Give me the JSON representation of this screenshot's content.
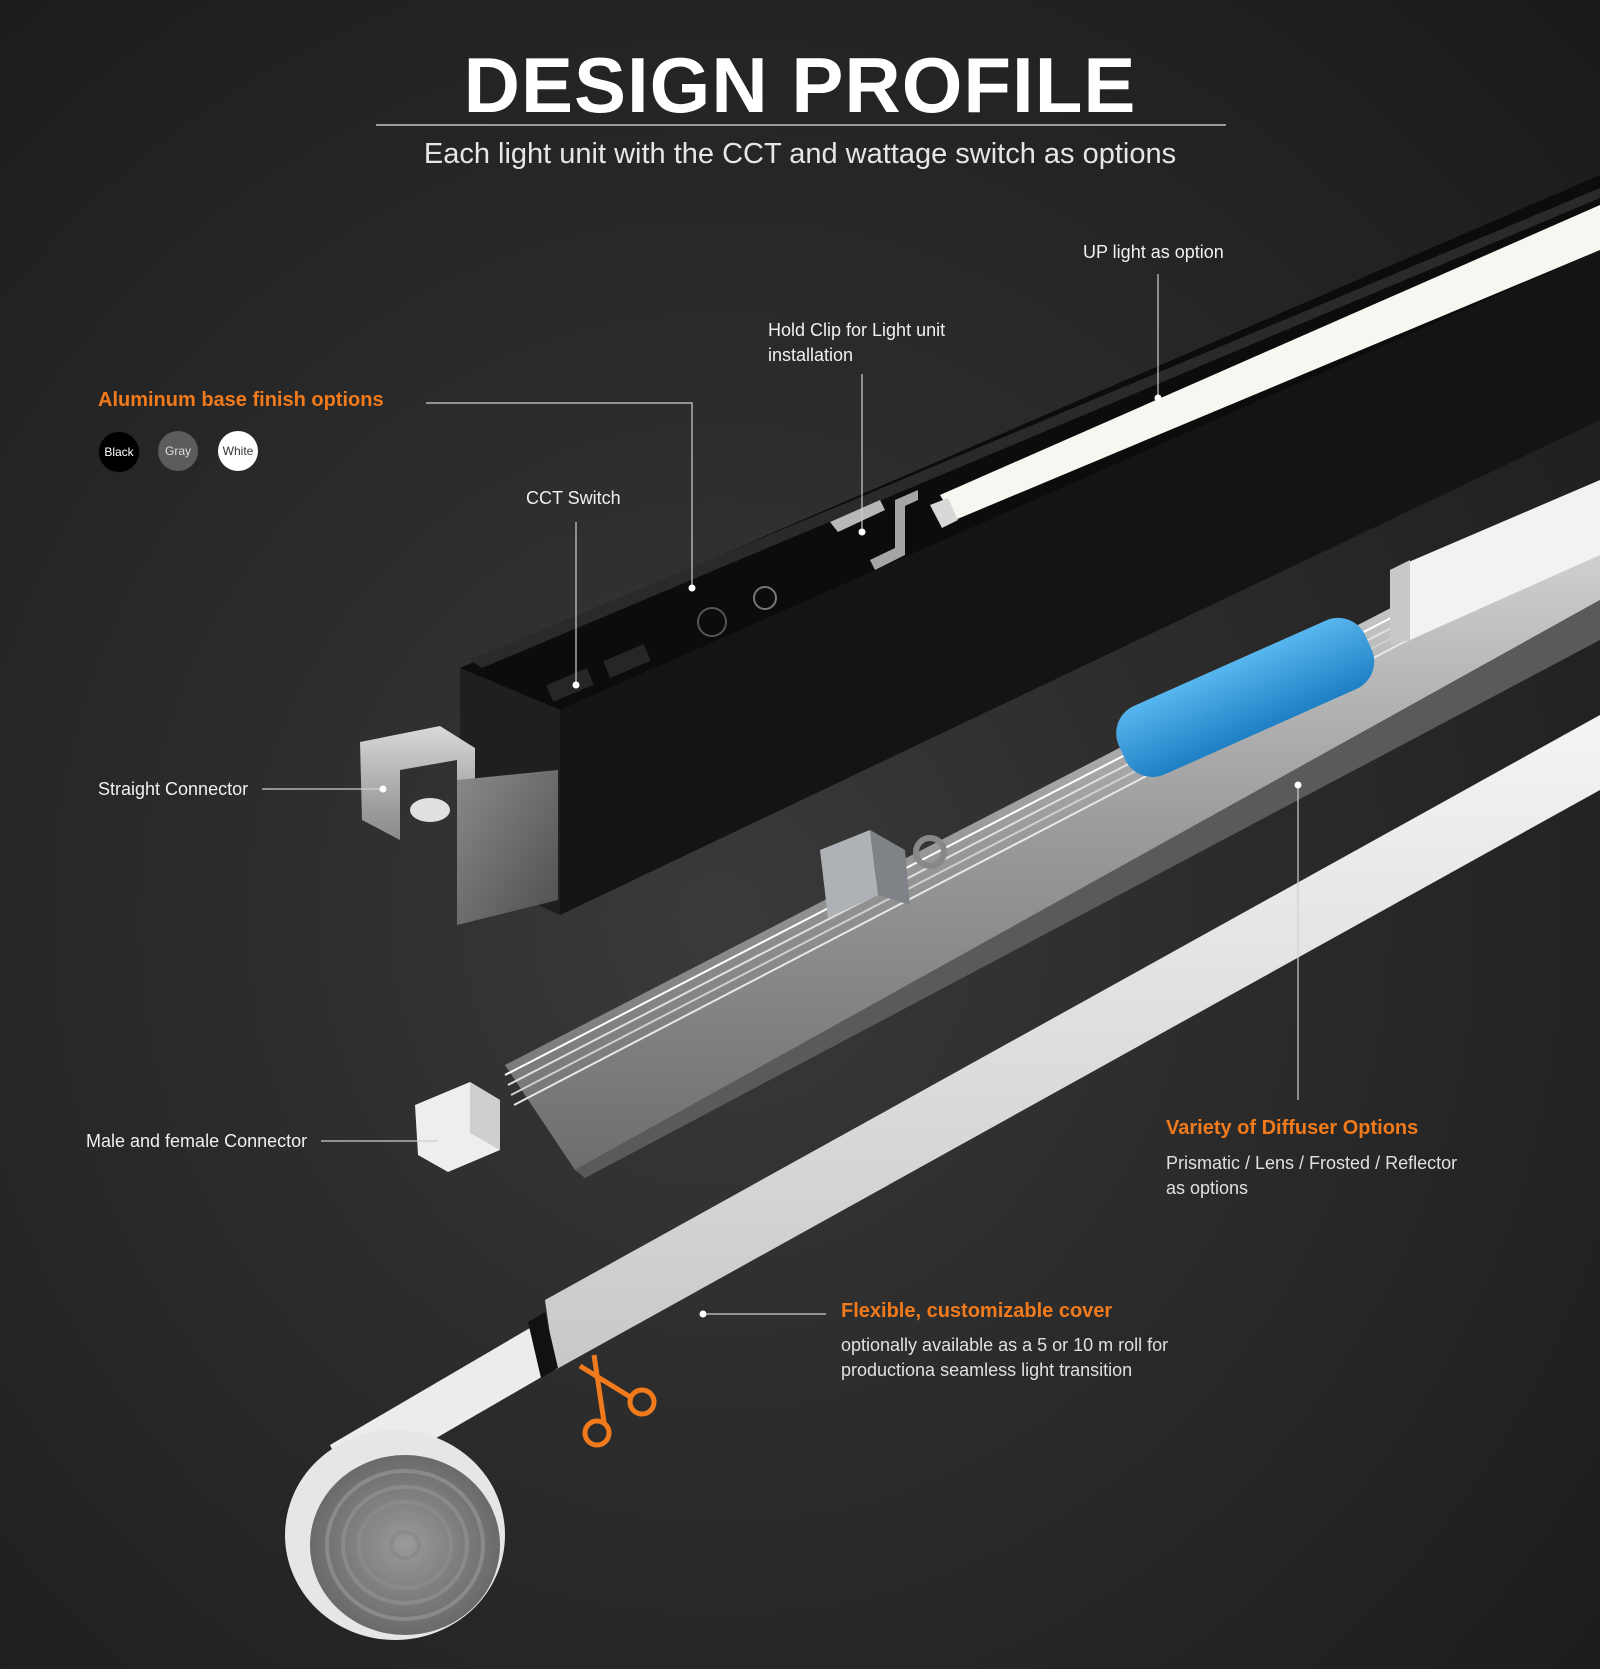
{
  "header": {
    "title": "DESIGN PROFILE",
    "subtitle": "Each light unit with the CCT and wattage switch as options"
  },
  "callouts": {
    "up_light": "UP light as option",
    "hold_clip": "Hold Clip for Light unit installation",
    "cct_switch": "CCT Switch",
    "straight_connector": "Straight Connector",
    "male_female_connector": "Male and female Connector"
  },
  "finish": {
    "heading": "Aluminum base finish options",
    "swatches": [
      {
        "label": "Black",
        "color": "#000000"
      },
      {
        "label": "Gray",
        "color": "#5c5c5c"
      },
      {
        "label": "White",
        "color": "#ffffff"
      }
    ]
  },
  "diffuser": {
    "heading": "Variety of Diffuser Options",
    "text": "Prismatic / Lens / Frosted / Reflector as options"
  },
  "cover": {
    "heading": "Flexible, customizable cover",
    "text": "optionally available as a 5 or 10 m roll for productiona seamless light transition"
  },
  "colors": {
    "accent": "#f07a1c",
    "battery": "#3aa0e0",
    "background": "#2a2a2a"
  }
}
